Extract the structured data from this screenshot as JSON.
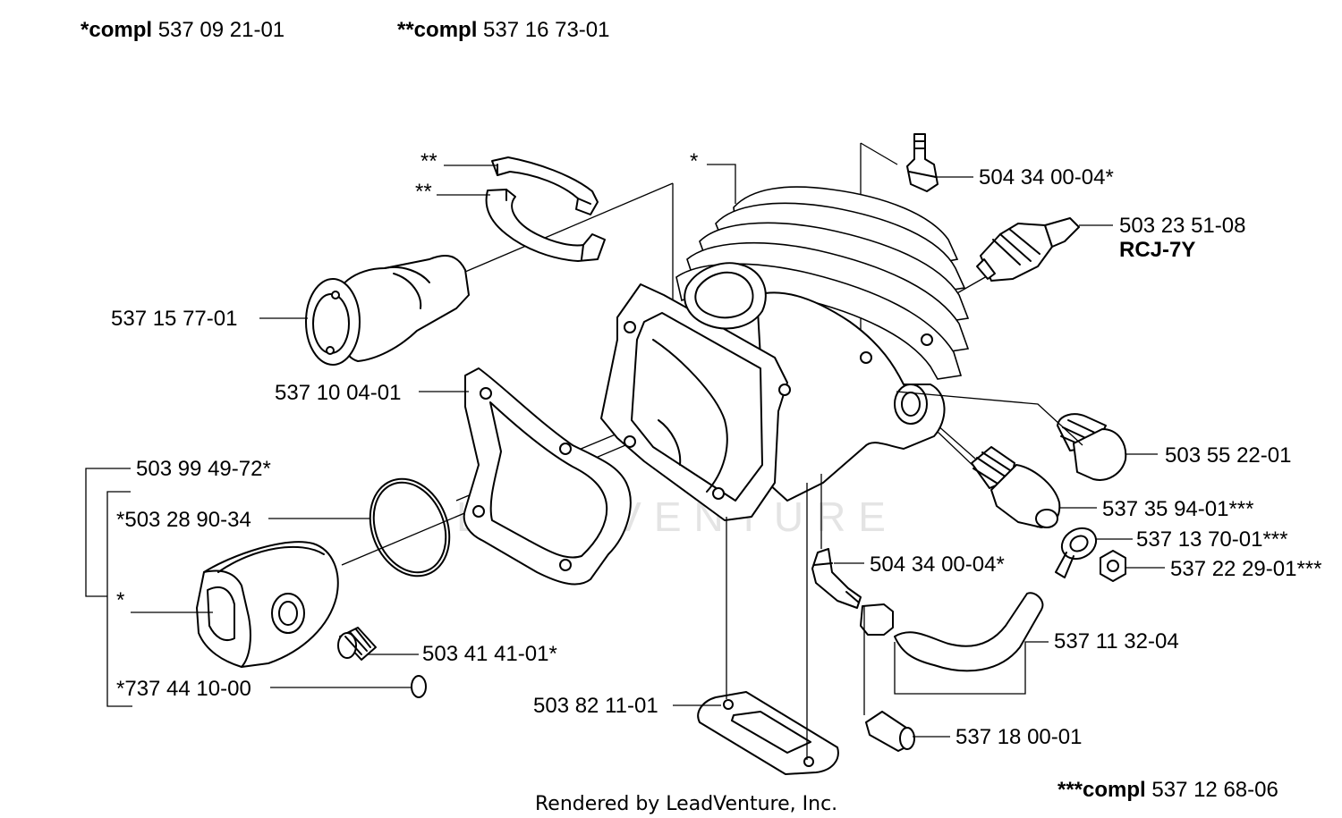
{
  "header": {
    "kit1": {
      "prefix": "*compl",
      "number": "537 09 21-01"
    },
    "kit2": {
      "prefix": "**compl",
      "number": "537 16 73-01"
    }
  },
  "footer_kit": {
    "prefix": "***compl",
    "number": "537 12 68-06"
  },
  "watermark": "LEADVENTURE",
  "credit": "Rendered by LeadVenture, Inc.",
  "callouts": {
    "clip_top": "**",
    "clip_bottom": "**",
    "cylinder": "*",
    "intake": "537 15 77-01",
    "gasket_intake": "537 10 04-01",
    "piston_set": "503 99 49-72*",
    "ring": "*503 28 90-34",
    "piston": "*",
    "pin": "*737 44 10-00",
    "bearing": "503 41 41-01*",
    "nipple_top": "504 34 00-04*",
    "spark_plug": "503 23 51-08",
    "spark_plug_type": "RCJ-7Y",
    "plug": "503 55 22-01",
    "valve": "537 35 94-01***",
    "washer": "537 13 70-01***",
    "bolt": "537 22 29-01***",
    "nipple_mid": "504 34 00-04*",
    "hose": "537 11 32-04",
    "gasket_base": "503 82 11-01",
    "filter": "537 18 00-01"
  }
}
